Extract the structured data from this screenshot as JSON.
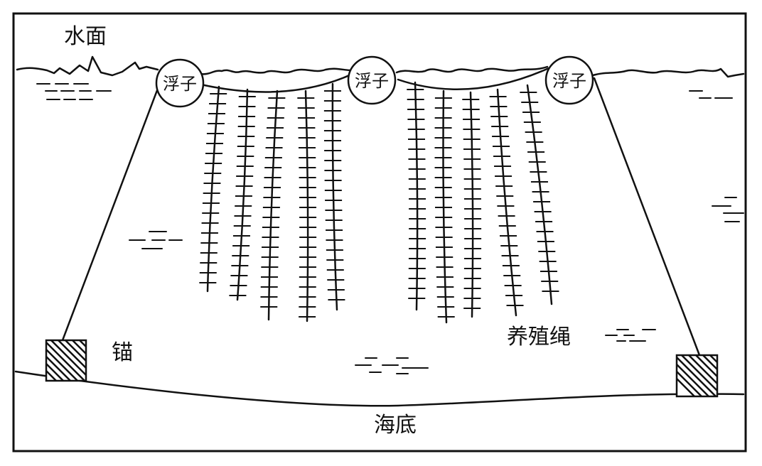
{
  "labels": {
    "water_surface": "水面",
    "float": "浮子",
    "anchor": "锚",
    "culture_rope": "养殖绳",
    "seabed": "海底"
  }
}
